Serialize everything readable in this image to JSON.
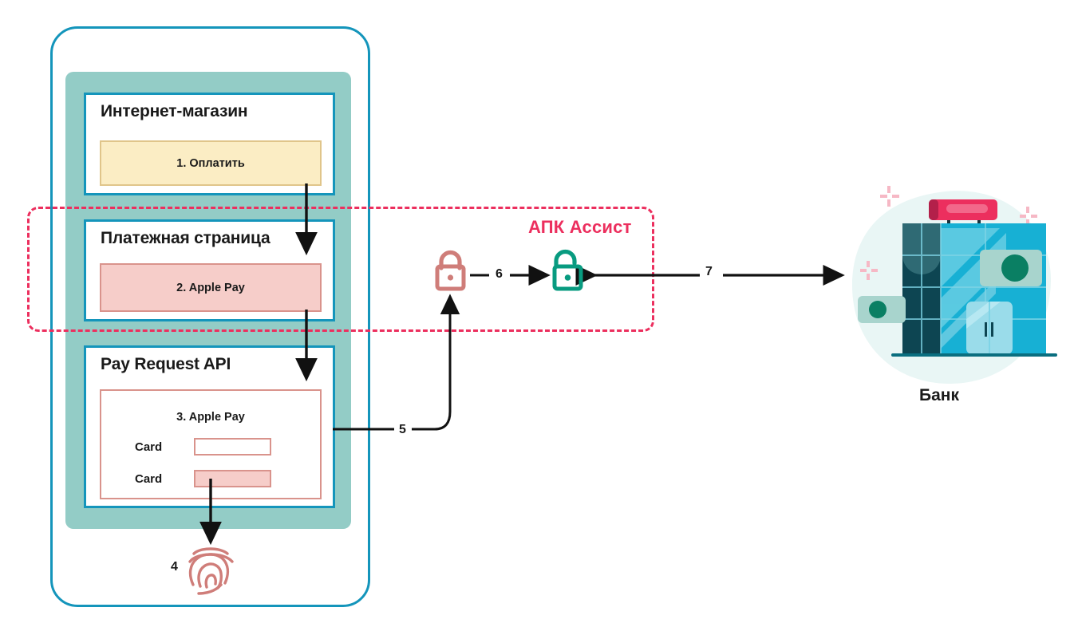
{
  "diagram": {
    "title_hidden": "",
    "assist_region": {
      "label": "АПК Ассист",
      "color": "#ec2f5e"
    },
    "phone": {
      "panels": [
        {
          "title": "Интернет-магазин",
          "chip": {
            "label": "1. Оплатить",
            "fill": "#fbedc4",
            "stroke": "#e0c58a"
          }
        },
        {
          "title": "Платежная страница",
          "chip": {
            "label": "2. Apple Pay",
            "fill": "#f6cdc9",
            "stroke": "#d9938c"
          }
        },
        {
          "title": "Pay Request API",
          "inner_title": "3. Apple Pay",
          "rows": [
            {
              "label": "Card",
              "value": "",
              "filled": false
            },
            {
              "label": "Card",
              "value": "",
              "filled": true
            }
          ]
        }
      ]
    },
    "steps": [
      {
        "n": "1",
        "where": "shop-pay-button"
      },
      {
        "n": "2",
        "where": "payment-page-apple-pay"
      },
      {
        "n": "3",
        "where": "pay-request-api"
      },
      {
        "n": "4",
        "where": "fingerprint"
      },
      {
        "n": "5",
        "where": "api-to-locked"
      },
      {
        "n": "6",
        "where": "locked-to-unlocked"
      },
      {
        "n": "7",
        "where": "assist-to-bank"
      }
    ],
    "step_labels": {
      "s4": "4",
      "s5": "5",
      "s6": "6",
      "s7": "7"
    },
    "icons": {
      "locked": {
        "name": "lock-closed-icon",
        "color": "#cf7d79"
      },
      "unlocked": {
        "name": "lock-open-icon",
        "color": "#089b80"
      },
      "fingerprint": {
        "name": "fingerprint-icon",
        "color": "#cf7d79"
      }
    },
    "bank": {
      "label": "Банк",
      "colors": {
        "blob": "#e9f6f5",
        "dark": "#0d4552",
        "dark2": "#2f6a74",
        "mid": "#17b0d4",
        "light": "#5ecbe2",
        "lighter": "#a7e2ef",
        "sign": "#ec2f5e",
        "sign_light": "#f2688a",
        "sign_dark": "#b3204a",
        "card": "#a8d4cd",
        "coin": "#0a7f63",
        "spark": "#f6b8c5"
      }
    },
    "palette": {
      "phone_border": "#1495bb",
      "screen": "#93ccc6",
      "panel_border": "#1495bb",
      "arrow": "#111111"
    }
  }
}
